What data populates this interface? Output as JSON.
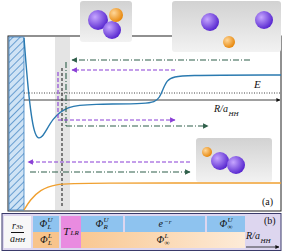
{
  "diagram": {
    "nodes": [
      {
        "text": [
          "r",
          "3b",
          "a",
          "HH"
        ]
      },
      {
        "text": [
          "Φ",
          "U",
          "L"
        ]
      },
      {
        "text": [
          "Φ",
          "L",
          "L"
        ]
      },
      {
        "text": [
          "T",
          "LR"
        ]
      },
      {
        "text": [
          "Φ",
          "U",
          "R"
        ]
      },
      {
        "text": [
          "e",
          "−r"
        ]
      },
      {
        "text": [
          "Φ",
          "U",
          "∞"
        ]
      },
      {
        "text": [
          "Φ",
          "L",
          "∞"
        ]
      }
    ],
    "labels": [
      "E",
      "R/a",
      "HH",
      "(a)",
      "R/a",
      "HH",
      "(b)"
    ]
  }
}
